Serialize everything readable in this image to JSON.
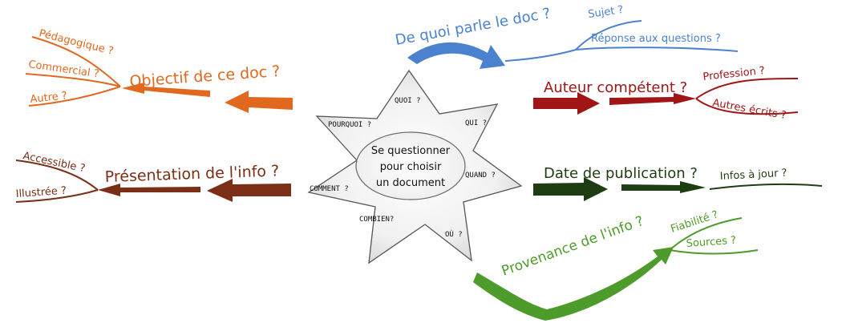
{
  "center": {
    "label_lines": [
      "Se questionner",
      "pour choisir",
      "un document"
    ],
    "questions": [
      "QUOI ?",
      "QUI ?",
      "QUAND ?",
      "OÙ ?",
      "COMBIEN?",
      "COMMENT ?",
      "POURQUOI ?"
    ]
  },
  "branches": [
    {
      "id": "objectif",
      "title": "Objectif de ce doc ?",
      "color": "#e0691f",
      "sub": [
        "Pédagogique ?",
        "Commercial ?",
        "Autre ?"
      ]
    },
    {
      "id": "presentation",
      "title": "Présentation de l'info ?",
      "color": "#7a2f16",
      "sub": [
        "Accessible ?",
        "Illustrée ?"
      ]
    },
    {
      "id": "sujet",
      "title": "De quoi parle le doc ?",
      "color": "#4a82cf",
      "sub": [
        "Sujet ?",
        "Réponse aux questions ?"
      ]
    },
    {
      "id": "auteur",
      "title": "Auteur compétent ?",
      "color": "#a01616",
      "sub": [
        "Profession ?",
        "Autres écrits ?"
      ]
    },
    {
      "id": "date",
      "title": "Date de publication ?",
      "color": "#1f3d12",
      "sub": [
        "Infos à jour ?"
      ]
    },
    {
      "id": "provenance",
      "title": "Provenance de l'info ?",
      "color": "#4d9b2a",
      "sub": [
        "Fiabilité ?",
        "Sources ?"
      ]
    }
  ]
}
